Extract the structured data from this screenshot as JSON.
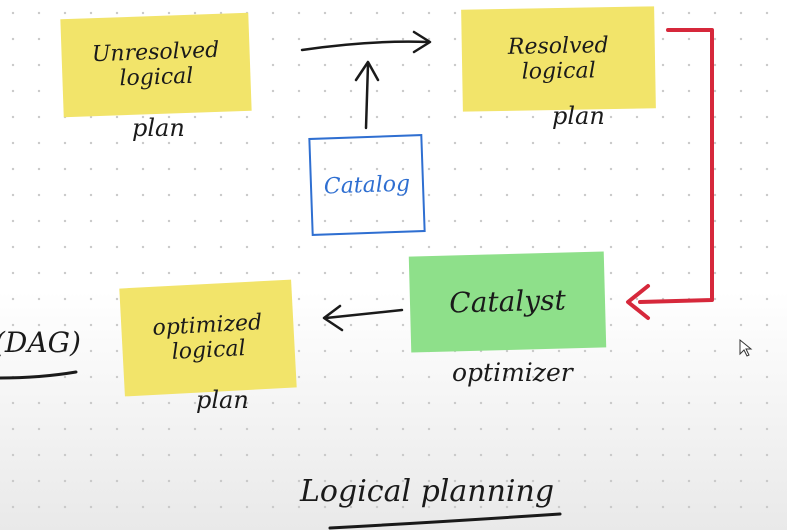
{
  "nodes": {
    "unresolved": {
      "line1": "Unresolved",
      "line2": "logical",
      "caption": "plan"
    },
    "resolved": {
      "line1": "Resolved",
      "line2": "logical",
      "caption": "plan"
    },
    "catalog": {
      "label": "Catalog"
    },
    "catalyst": {
      "label": "Catalyst",
      "caption": "optimizer"
    },
    "optimized": {
      "line1": "optimized",
      "line2": "logical",
      "caption": "plan"
    },
    "dag": {
      "label": "(DAG)"
    }
  },
  "footer": {
    "title": "Logical planning"
  },
  "colors": {
    "yellow_note": "#f2e46a",
    "green_note": "#8ee08a",
    "catalog_blue": "#2f6fd1",
    "red_arrow": "#d6283b",
    "ink": "#1a1a1a"
  },
  "icons": {
    "pointer": "mouse-pointer-icon"
  }
}
